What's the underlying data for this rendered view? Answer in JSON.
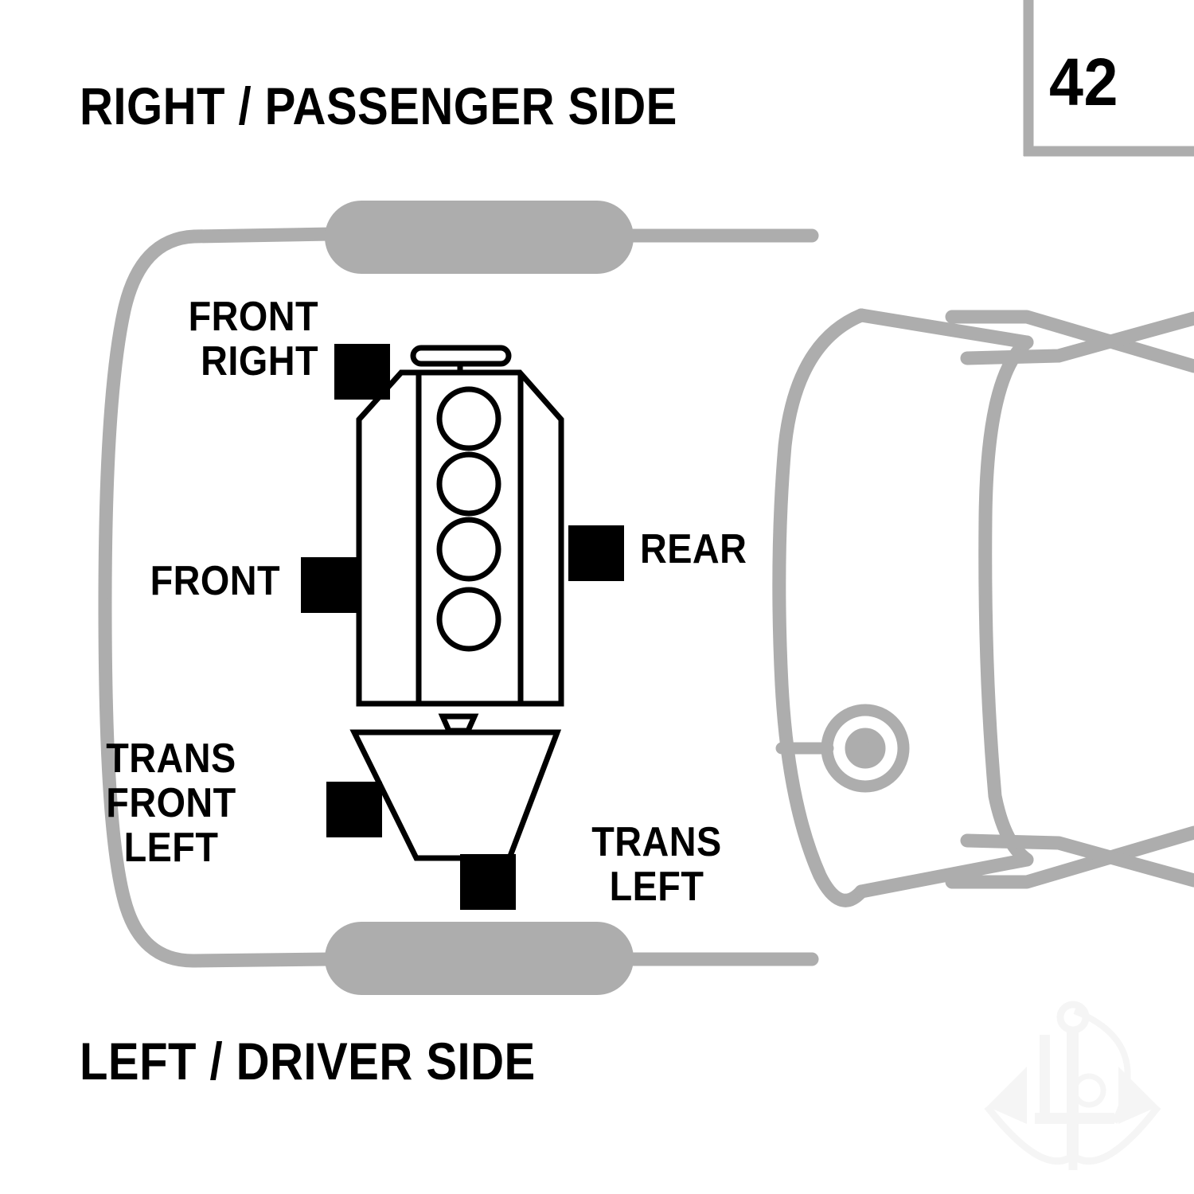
{
  "page": {
    "number": "42",
    "background_color": "#ffffff",
    "outline_color": "#adadad",
    "marker_color": "#000000",
    "part_line_color": "#000000"
  },
  "orientation_labels": {
    "top": "RIGHT / PASSENGER SIDE",
    "bottom": "LEFT / DRIVER SIDE"
  },
  "mount_callouts": [
    {
      "id": "front-right",
      "label": "FRONT\nRIGHT",
      "marker": "black-square"
    },
    {
      "id": "front",
      "label": "FRONT",
      "marker": "black-square"
    },
    {
      "id": "rear",
      "label": "REAR",
      "marker": "black-square"
    },
    {
      "id": "trans-front-left",
      "label": "TRANS\nFRONT\nLEFT",
      "marker": "black-square"
    },
    {
      "id": "trans-left",
      "label": "TRANS\nLEFT",
      "marker": "black-square"
    }
  ],
  "diagram": {
    "type": "top-down-vehicle-engine-mount-locations",
    "engine": {
      "name": "engine-block",
      "cylinder_count": 4,
      "has_valve_cover_bar": true
    },
    "transmission": {
      "name": "transmission-bell-housing",
      "shape": "trapezoid"
    },
    "vehicle_body": {
      "wheels": 2,
      "wheel_shape": "rounded-rectangle",
      "cabin_outline": true,
      "steering_wheel": true
    },
    "watermark": "anchor-logo"
  }
}
